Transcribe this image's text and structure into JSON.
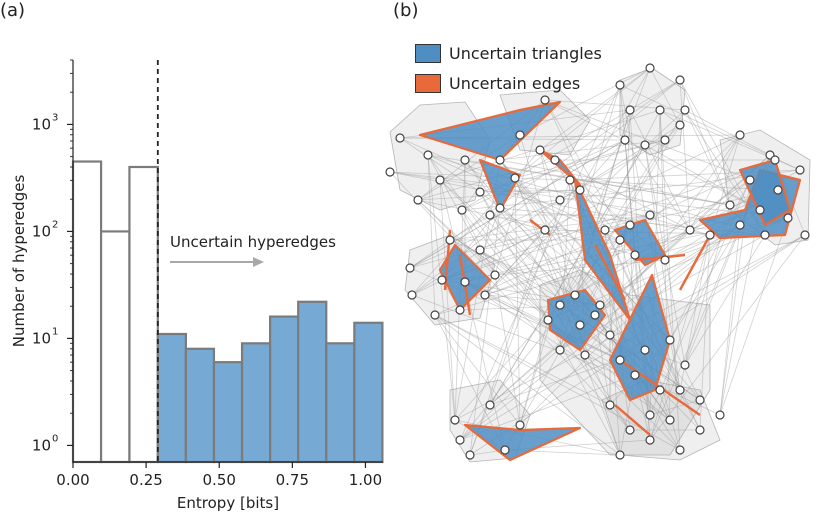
{
  "panels": {
    "a": "(a)",
    "b": "(b)"
  },
  "chart_data": {
    "type": "bar",
    "xlabel": "Entropy [bits]",
    "ylabel": "Number of hyperedges",
    "yscale": "log",
    "ylim": [
      0.7,
      4000
    ],
    "xlim": [
      0.0,
      1.06
    ],
    "xticks": [
      "0.00",
      "0.25",
      "0.50",
      "0.75",
      "1.00"
    ],
    "xtick_values": [
      0.0,
      0.25,
      0.5,
      0.75,
      1.0
    ],
    "yticks": [
      "10",
      "10",
      "10",
      "10"
    ],
    "ytick_exponents": [
      "0",
      "1",
      "2",
      "3"
    ],
    "ytick_values": [
      1,
      10,
      100,
      1000
    ],
    "threshold": 0.29,
    "annotation": "Uncertain hyperedges",
    "bins_certain": [
      {
        "x0": 0.0,
        "x1": 0.096,
        "value": 450
      },
      {
        "x0": 0.096,
        "x1": 0.193,
        "value": 100
      },
      {
        "x0": 0.193,
        "x1": 0.29,
        "value": 400
      }
    ],
    "bins_uncertain": [
      {
        "x0": 0.29,
        "x1": 0.386,
        "value": 11
      },
      {
        "x0": 0.386,
        "x1": 0.482,
        "value": 8
      },
      {
        "x0": 0.482,
        "x1": 0.578,
        "value": 6
      },
      {
        "x0": 0.578,
        "x1": 0.674,
        "value": 9
      },
      {
        "x0": 0.674,
        "x1": 0.77,
        "value": 16
      },
      {
        "x0": 0.77,
        "x1": 0.866,
        "value": 22
      },
      {
        "x0": 0.866,
        "x1": 0.962,
        "value": 9
      },
      {
        "x0": 0.962,
        "x1": 1.058,
        "value": 14
      }
    ],
    "colors": {
      "uncertain_fill": "#76a9d3",
      "bar_edge": "#7b7b7b",
      "threshold_line": "#222222",
      "arrow": "#a8a8a8"
    }
  },
  "network": {
    "legend": [
      {
        "label": "Uncertain triangles",
        "color": "#4f8ec3"
      },
      {
        "label": "Uncertain edges",
        "color": "#e8693a"
      }
    ]
  }
}
